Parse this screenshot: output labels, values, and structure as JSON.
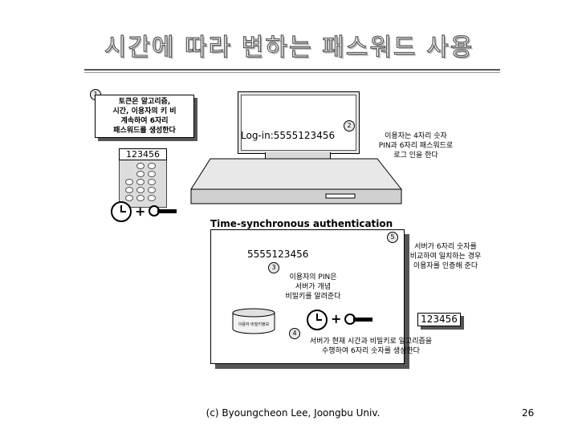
{
  "title": "시간에 따라 변하는 패스워드 사용",
  "steps": {
    "s1": {
      "num": "1",
      "lines": [
        "토큰은 알고리즘,",
        "시간, 이용자의 키 비",
        "계속하여 6자리",
        "패스워드를 생성한다"
      ]
    },
    "s2": {
      "num": "2",
      "lines": [
        "이용자는 4자리 숫자",
        "PIN과 6자리 패스워드로",
        "로그 인을 한다"
      ]
    },
    "s3": {
      "num": "3",
      "lines": [
        "이용자의 PIN은",
        "서버가 개념",
        "비밀키를 알려준다"
      ]
    },
    "s4": {
      "num": "4",
      "lines": [
        "서버가 현재 시간과 비밀키로 알고리즘을",
        "수행하여 6자리 숫자를 생성한다"
      ]
    },
    "s5": {
      "num": "5",
      "lines": [
        "서버가 6자리 숫자를",
        "비교하여 일치하는 경우",
        "이용자를 인증해 준다"
      ]
    }
  },
  "token": {
    "display": "123456"
  },
  "login": {
    "text": "Log-in:5555123456"
  },
  "server": {
    "title": "Time-synchronous authentication server",
    "received": "5555123456",
    "generated": "123456",
    "db_label": "이용자 비밀키정보"
  },
  "footer": "(c) Byoungcheon Lee, Joongbu Univ.",
  "page_number": "26"
}
